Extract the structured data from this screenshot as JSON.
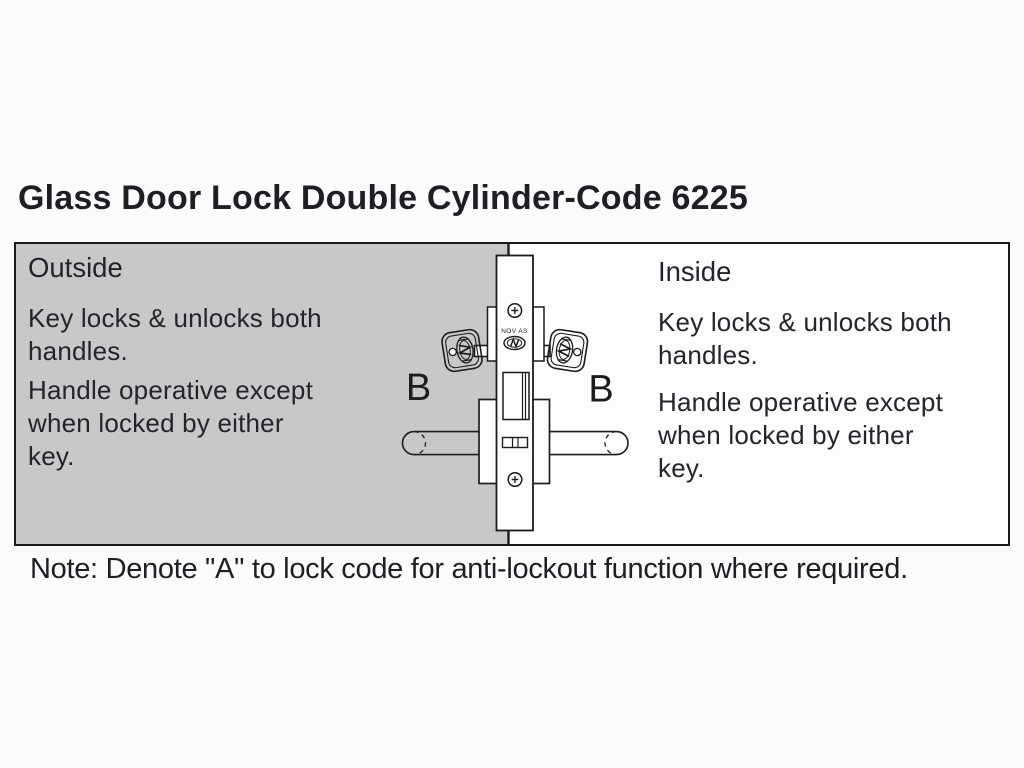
{
  "title": "Glass Door Lock Double Cylinder-Code 6225",
  "outside": {
    "heading": "Outside",
    "para1": "Key locks & unlocks both\nhandles.",
    "para2": "Handle operative except\nwhen locked by either\nkey."
  },
  "inside": {
    "heading": "Inside",
    "para1": "Key locks & unlocks both\nhandles.",
    "para2": "Handle operative except\nwhen locked by either\nkey."
  },
  "lock": {
    "brand_text": "NOV AS",
    "label_left": "B",
    "label_right": "B"
  },
  "note": "Note: Denote \"A\" to lock code for anti-lockout function where required.",
  "colors": {
    "panel_gray": "#c8c8c8",
    "line": "#1c1c1c",
    "text": "#25232b",
    "background": "#fcfbfb"
  }
}
